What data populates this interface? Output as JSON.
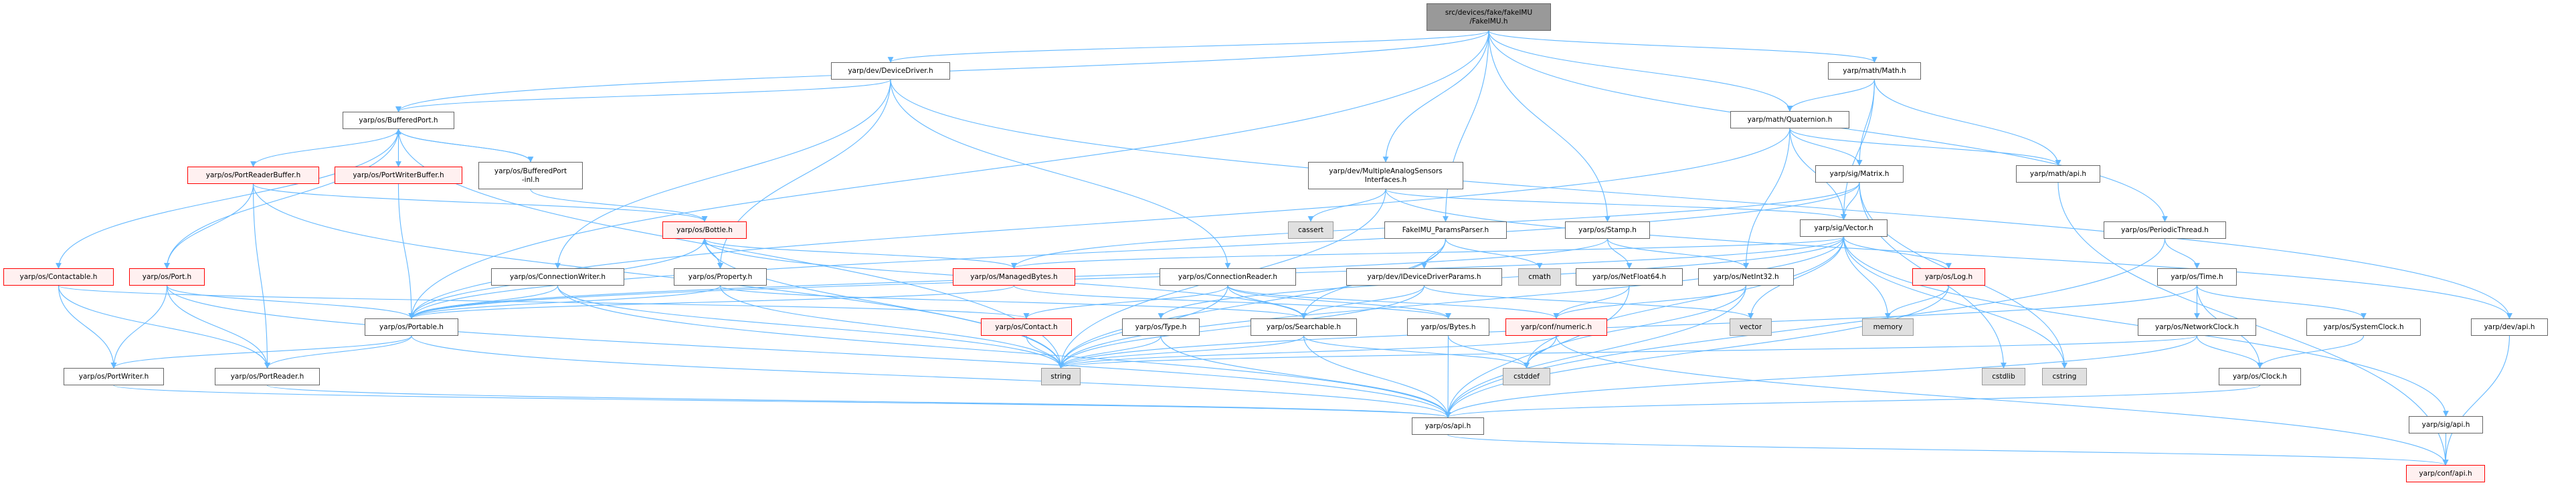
{
  "diagram": {
    "type": "include-dependency-graph",
    "colors": {
      "edge": "#63b8ff",
      "node_border": "#666666",
      "root_fill": "#999999",
      "truncated_border": "#ff0000",
      "truncated_fill": "#fff0f0",
      "system_fill": "#e0e0e0"
    },
    "nodes": [
      {
        "id": "root",
        "label": "src/devices/fake/fakeIMU\n/FakeIMU.h",
        "kind": "root"
      },
      {
        "id": "DeviceDriver",
        "label": "yarp/dev/DeviceDriver.h",
        "kind": "normal"
      },
      {
        "id": "MathH",
        "label": "yarp/math/Math.h",
        "kind": "normal"
      },
      {
        "id": "BufferedPort",
        "label": "yarp/os/BufferedPort.h",
        "kind": "normal"
      },
      {
        "id": "Quaternion",
        "label": "yarp/math/Quaternion.h",
        "kind": "normal"
      },
      {
        "id": "PortReaderBuffer",
        "label": "yarp/os/PortReaderBuffer.h",
        "kind": "truncated"
      },
      {
        "id": "PortWriterBuffer",
        "label": "yarp/os/PortWriterBuffer.h",
        "kind": "truncated"
      },
      {
        "id": "BufferedPortInl",
        "label": "yarp/os/BufferedPort\n-inl.h",
        "kind": "normal"
      },
      {
        "id": "MAS",
        "label": "yarp/dev/MultipleAnalogSensors\nInterfaces.h",
        "kind": "normal"
      },
      {
        "id": "Matrix",
        "label": "yarp/sig/Matrix.h",
        "kind": "normal"
      },
      {
        "id": "MathApi",
        "label": "yarp/math/api.h",
        "kind": "normal"
      },
      {
        "id": "Bottle",
        "label": "yarp/os/Bottle.h",
        "kind": "truncated"
      },
      {
        "id": "cassert",
        "label": "cassert",
        "kind": "system"
      },
      {
        "id": "ParamsParser",
        "label": "FakeIMU_ParamsParser.h",
        "kind": "normal"
      },
      {
        "id": "Stamp",
        "label": "yarp/os/Stamp.h",
        "kind": "normal"
      },
      {
        "id": "Vector",
        "label": "yarp/sig/Vector.h",
        "kind": "normal"
      },
      {
        "id": "PeriodicThread",
        "label": "yarp/os/PeriodicThread.h",
        "kind": "normal"
      },
      {
        "id": "Contactable",
        "label": "yarp/os/Contactable.h",
        "kind": "truncated"
      },
      {
        "id": "Port",
        "label": "yarp/os/Port.h",
        "kind": "truncated"
      },
      {
        "id": "ConnectionWriter",
        "label": "yarp/os/ConnectionWriter.h",
        "kind": "normal"
      },
      {
        "id": "Property",
        "label": "yarp/os/Property.h",
        "kind": "normal"
      },
      {
        "id": "ManagedBytes",
        "label": "yarp/os/ManagedBytes.h",
        "kind": "truncated"
      },
      {
        "id": "ConnectionReader",
        "label": "yarp/os/ConnectionReader.h",
        "kind": "normal"
      },
      {
        "id": "IDDP",
        "label": "yarp/dev/IDeviceDriverParams.h",
        "kind": "normal"
      },
      {
        "id": "cmath",
        "label": "cmath",
        "kind": "system"
      },
      {
        "id": "NetFloat64",
        "label": "yarp/os/NetFloat64.h",
        "kind": "normal"
      },
      {
        "id": "NetInt32",
        "label": "yarp/os/NetInt32.h",
        "kind": "normal"
      },
      {
        "id": "Log",
        "label": "yarp/os/Log.h",
        "kind": "truncated"
      },
      {
        "id": "Time",
        "label": "yarp/os/Time.h",
        "kind": "normal"
      },
      {
        "id": "Portable",
        "label": "yarp/os/Portable.h",
        "kind": "normal"
      },
      {
        "id": "Contact",
        "label": "yarp/os/Contact.h",
        "kind": "truncated"
      },
      {
        "id": "Type",
        "label": "yarp/os/Type.h",
        "kind": "normal"
      },
      {
        "id": "Searchable",
        "label": "yarp/os/Searchable.h",
        "kind": "normal"
      },
      {
        "id": "Bytes",
        "label": "yarp/os/Bytes.h",
        "kind": "normal"
      },
      {
        "id": "numeric",
        "label": "yarp/conf/numeric.h",
        "kind": "truncated"
      },
      {
        "id": "vector",
        "label": "vector",
        "kind": "system"
      },
      {
        "id": "memory",
        "label": "memory",
        "kind": "system"
      },
      {
        "id": "NetworkClock",
        "label": "yarp/os/NetworkClock.h",
        "kind": "normal"
      },
      {
        "id": "SystemClock",
        "label": "yarp/os/SystemClock.h",
        "kind": "normal"
      },
      {
        "id": "DevApi",
        "label": "yarp/dev/api.h",
        "kind": "normal"
      },
      {
        "id": "PortWriter",
        "label": "yarp/os/PortWriter.h",
        "kind": "normal"
      },
      {
        "id": "PortReader",
        "label": "yarp/os/PortReader.h",
        "kind": "normal"
      },
      {
        "id": "string",
        "label": "string",
        "kind": "system"
      },
      {
        "id": "cstddef",
        "label": "cstddef",
        "kind": "system"
      },
      {
        "id": "cstdlib",
        "label": "cstdlib",
        "kind": "system"
      },
      {
        "id": "cstring",
        "label": "cstring",
        "kind": "system"
      },
      {
        "id": "Clock",
        "label": "yarp/os/Clock.h",
        "kind": "normal"
      },
      {
        "id": "OsApi",
        "label": "yarp/os/api.h",
        "kind": "normal"
      },
      {
        "id": "SigApi",
        "label": "yarp/sig/api.h",
        "kind": "normal"
      },
      {
        "id": "ConfApi",
        "label": "yarp/conf/api.h",
        "kind": "truncated"
      }
    ],
    "edges": [
      [
        "root",
        "DeviceDriver"
      ],
      [
        "root",
        "BufferedPort"
      ],
      [
        "root",
        "MathH"
      ],
      [
        "root",
        "Quaternion"
      ],
      [
        "root",
        "MAS"
      ],
      [
        "root",
        "ParamsParser"
      ],
      [
        "root",
        "Stamp"
      ],
      [
        "root",
        "PeriodicThread"
      ],
      [
        "root",
        "Portable"
      ],
      [
        "DeviceDriver",
        "BufferedPort"
      ],
      [
        "DeviceDriver",
        "ConnectionWriter"
      ],
      [
        "DeviceDriver",
        "Property"
      ],
      [
        "DeviceDriver",
        "ConnectionReader"
      ],
      [
        "DeviceDriver",
        "DevApi"
      ],
      [
        "BufferedPort",
        "PortReaderBuffer"
      ],
      [
        "BufferedPort",
        "PortWriterBuffer"
      ],
      [
        "BufferedPort",
        "BufferedPortInl"
      ],
      [
        "BufferedPort",
        "Contactable"
      ],
      [
        "BufferedPort",
        "Port"
      ],
      [
        "BufferedPort",
        "string"
      ],
      [
        "BufferedPortInl",
        "BufferedPort"
      ],
      [
        "BufferedPortInl",
        "Bottle"
      ],
      [
        "PortReaderBuffer",
        "Port"
      ],
      [
        "PortReaderBuffer",
        "PortReader"
      ],
      [
        "PortReaderBuffer",
        "string"
      ],
      [
        "PortReaderBuffer",
        "Bottle"
      ],
      [
        "PortWriterBuffer",
        "Portable"
      ],
      [
        "Contactable",
        "PortWriter"
      ],
      [
        "Contactable",
        "PortReader"
      ],
      [
        "Contactable",
        "Contact"
      ],
      [
        "Port",
        "PortWriter"
      ],
      [
        "Port",
        "PortReader"
      ],
      [
        "Port",
        "Portable"
      ],
      [
        "Port",
        "OsApi"
      ],
      [
        "Bottle",
        "Portable"
      ],
      [
        "Bottle",
        "Property"
      ],
      [
        "Bottle",
        "Searchable"
      ],
      [
        "Bottle",
        "string"
      ],
      [
        "Bottle",
        "ManagedBytes"
      ],
      [
        "Property",
        "Bottle"
      ],
      [
        "Property",
        "Portable"
      ],
      [
        "Property",
        "Searchable"
      ],
      [
        "Property",
        "string"
      ],
      [
        "ConnectionWriter",
        "Portable"
      ],
      [
        "ConnectionWriter",
        "string"
      ],
      [
        "ConnectionWriter",
        "OsApi"
      ],
      [
        "Portable",
        "PortWriter"
      ],
      [
        "Portable",
        "PortReader"
      ],
      [
        "Portable",
        "OsApi"
      ],
      [
        "PortWriter",
        "OsApi"
      ],
      [
        "PortReader",
        "OsApi"
      ],
      [
        "MathH",
        "Quaternion"
      ],
      [
        "MathH",
        "Matrix"
      ],
      [
        "MathH",
        "Vector"
      ],
      [
        "MathH",
        "MathApi"
      ],
      [
        "Quaternion",
        "Matrix"
      ],
      [
        "Quaternion",
        "Vector"
      ],
      [
        "Quaternion",
        "MathApi"
      ],
      [
        "Quaternion",
        "Portable"
      ],
      [
        "Quaternion",
        "NetInt32"
      ],
      [
        "Matrix",
        "Vector"
      ],
      [
        "Matrix",
        "Portable"
      ],
      [
        "Matrix",
        "cstdlib"
      ],
      [
        "Matrix",
        "cstring"
      ],
      [
        "Matrix",
        "ManagedBytes"
      ],
      [
        "MathApi",
        "ConfApi"
      ],
      [
        "MAS",
        "Vector"
      ],
      [
        "MAS",
        "cassert"
      ],
      [
        "MAS",
        "string"
      ],
      [
        "MAS",
        "DevApi"
      ],
      [
        "ParamsParser",
        "IDDP"
      ],
      [
        "ParamsParser",
        "cmath"
      ],
      [
        "ParamsParser",
        "Searchable"
      ],
      [
        "ParamsParser",
        "string"
      ],
      [
        "Stamp",
        "NetFloat64"
      ],
      [
        "Stamp",
        "NetInt32"
      ],
      [
        "Stamp",
        "Portable"
      ],
      [
        "Vector",
        "ManagedBytes"
      ],
      [
        "Vector",
        "Type"
      ],
      [
        "Vector",
        "Log"
      ],
      [
        "Vector",
        "vector"
      ],
      [
        "Vector",
        "memory"
      ],
      [
        "Vector",
        "cstddef"
      ],
      [
        "Vector",
        "cstring"
      ],
      [
        "Vector",
        "SigApi"
      ],
      [
        "Vector",
        "string"
      ],
      [
        "Vector",
        "Portable"
      ],
      [
        "PeriodicThread",
        "Time"
      ],
      [
        "PeriodicThread",
        "OsApi"
      ],
      [
        "ManagedBytes",
        "Bytes"
      ],
      [
        "ManagedBytes",
        "Portable"
      ],
      [
        "ConnectionReader",
        "Contact"
      ],
      [
        "ConnectionReader",
        "Searchable"
      ],
      [
        "ConnectionReader",
        "Bytes"
      ],
      [
        "ConnectionReader",
        "numeric"
      ],
      [
        "ConnectionReader",
        "string"
      ],
      [
        "IDDP",
        "Searchable"
      ],
      [
        "IDDP",
        "string"
      ],
      [
        "IDDP",
        "vector"
      ],
      [
        "NetFloat64",
        "numeric"
      ],
      [
        "NetFloat64",
        "OsApi"
      ],
      [
        "NetInt32",
        "numeric"
      ],
      [
        "NetInt32",
        "OsApi"
      ],
      [
        "NetInt32",
        "cstddef"
      ],
      [
        "Log",
        "memory"
      ],
      [
        "Log",
        "OsApi"
      ],
      [
        "Time",
        "NetworkClock"
      ],
      [
        "Time",
        "SystemClock"
      ],
      [
        "Time",
        "Clock"
      ],
      [
        "Time",
        "string"
      ],
      [
        "Contact",
        "string"
      ],
      [
        "Type",
        "string"
      ],
      [
        "Type",
        "OsApi"
      ],
      [
        "Searchable",
        "string"
      ],
      [
        "Searchable",
        "OsApi"
      ],
      [
        "Searchable",
        "cstddef"
      ],
      [
        "Bytes",
        "OsApi"
      ],
      [
        "Bytes",
        "cstddef"
      ],
      [
        "numeric",
        "cstddef"
      ],
      [
        "numeric",
        "ConfApi"
      ],
      [
        "numeric",
        "string"
      ],
      [
        "NetworkClock",
        "Clock"
      ],
      [
        "NetworkClock",
        "string"
      ],
      [
        "NetworkClock",
        "OsApi"
      ],
      [
        "SystemClock",
        "Clock"
      ],
      [
        "DevApi",
        "ConfApi"
      ],
      [
        "Clock",
        "OsApi"
      ],
      [
        "OsApi",
        "ConfApi"
      ],
      [
        "SigApi",
        "ConfApi"
      ]
    ]
  }
}
